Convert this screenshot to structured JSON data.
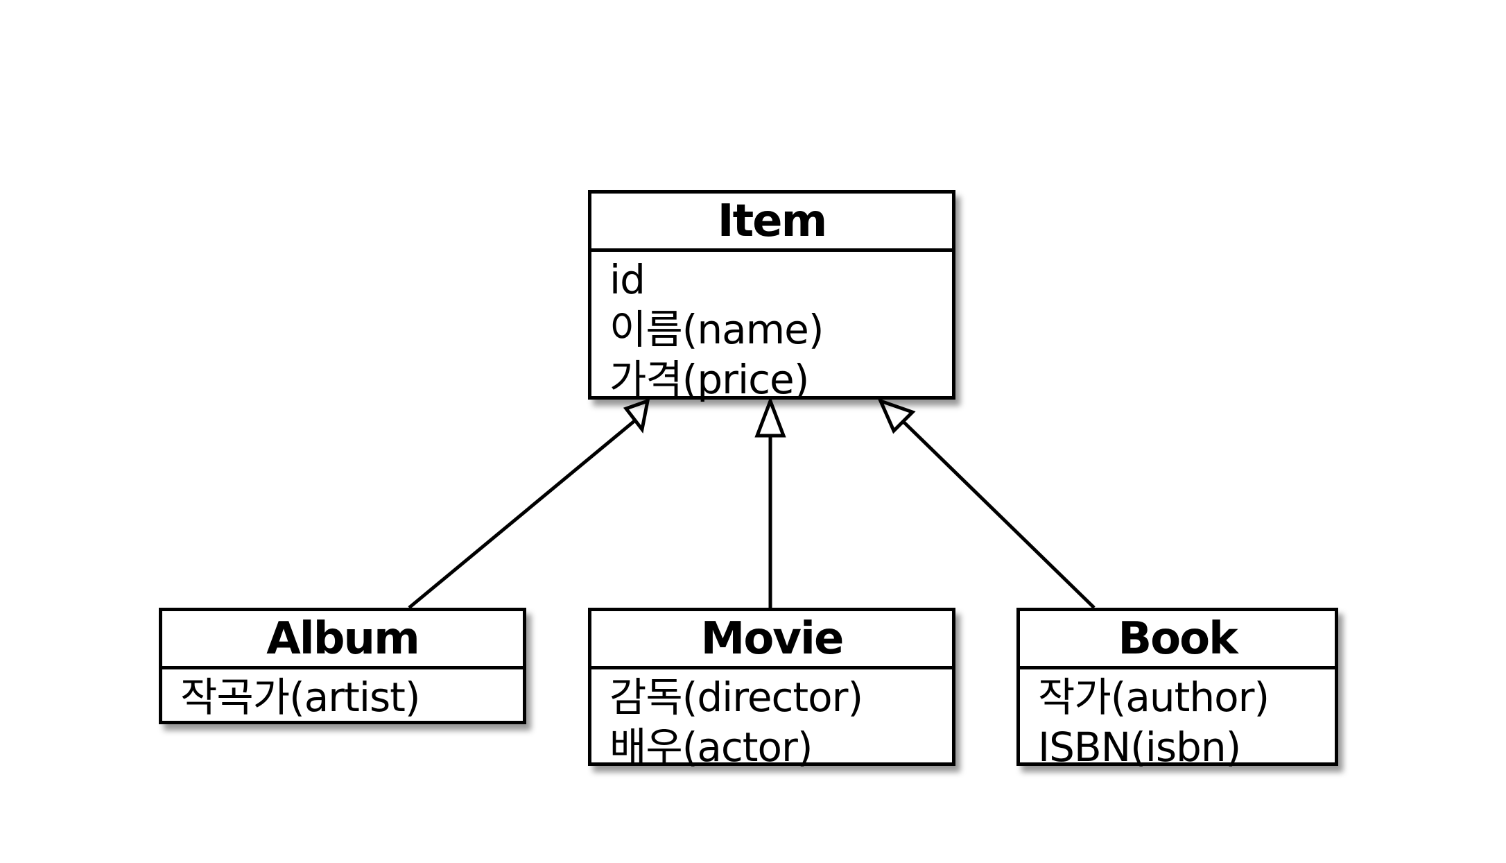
{
  "diagram": {
    "classes": {
      "item": {
        "name": "Item",
        "attributes": [
          "id",
          "이름(name)",
          "가격(price)"
        ]
      },
      "album": {
        "name": "Album",
        "attributes": [
          "작곡가(artist)"
        ]
      },
      "movie": {
        "name": "Movie",
        "attributes": [
          "감독(director)",
          "배우(actor)"
        ]
      },
      "book": {
        "name": "Book",
        "attributes": [
          "작가(author)",
          "ISBN(isbn)"
        ]
      }
    },
    "relations": [
      {
        "from": "Album",
        "to": "Item",
        "type": "generalization"
      },
      {
        "from": "Movie",
        "to": "Item",
        "type": "generalization"
      },
      {
        "from": "Book",
        "to": "Item",
        "type": "generalization"
      }
    ]
  }
}
